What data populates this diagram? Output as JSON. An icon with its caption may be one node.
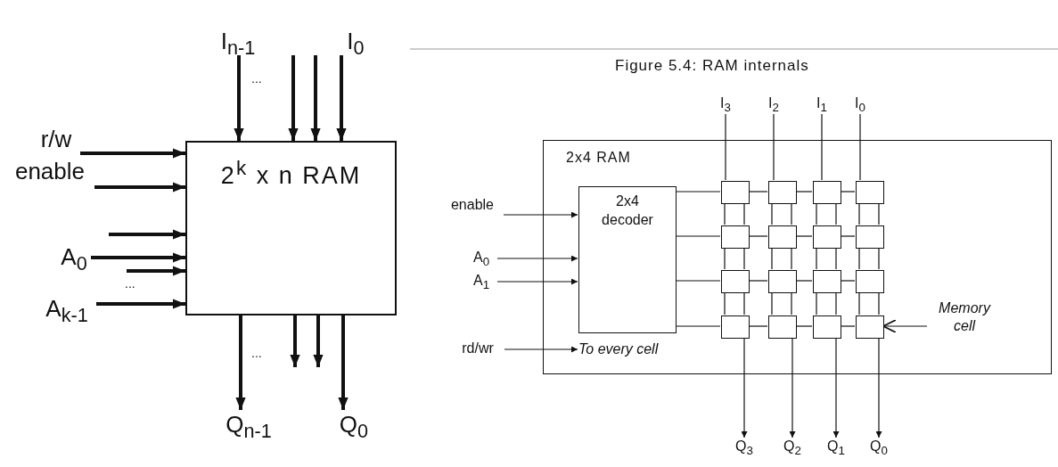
{
  "diagram": {
    "nodes": [
      {
        "text": [
          "2$^{k}$ x n RAM"
        ]
      },
      {
        "text": [
          "I$_{n-1}$"
        ]
      },
      {
        "text": [
          "I$_{0}$"
        ]
      },
      {
        "text": [
          "r/w"
        ]
      },
      {
        "text": [
          "enable"
        ]
      },
      {
        "text": [
          "A$_{0}$"
        ]
      },
      {
        "text": [
          "A$_{k-1}$"
        ]
      },
      {
        "text": [
          "Q$_{n-1}$"
        ]
      },
      {
        "text": [
          "Q$_{0}$"
        ]
      },
      {
        "text": [
          "2x4 RAM"
        ]
      },
      {
        "text": [
          "2x4 decoder"
        ],
        "in": 9
      },
      {
        "text": [],
        "shape": "box",
        "in": 9
      },
      {
        "text": [],
        "shape": "box",
        "in": 9
      },
      {
        "text": [],
        "shape": "box",
        "in": 9
      },
      {
        "text": [],
        "shape": "box",
        "in": 9
      },
      {
        "text": [],
        "shape": "box",
        "in": 9
      },
      {
        "text": [],
        "shape": "box",
        "in": 9
      },
      {
        "text": [],
        "shape": "box",
        "in": 9
      },
      {
        "text": [],
        "shape": "box",
        "in": 9
      },
      {
        "text": [],
        "shape": "box",
        "in": 9
      },
      {
        "text": [],
        "shape": "box",
        "in": 9
      },
      {
        "text": [],
        "shape": "box",
        "in": 9
      },
      {
        "text": [],
        "shape": "box",
        "in": 9
      },
      {
        "text": [],
        "shape": "box",
        "in": 9
      },
      {
        "text": [],
        "shape": "box",
        "in": 9
      },
      {
        "text": [],
        "shape": "box",
        "in": 9
      },
      {
        "text": [],
        "shape": "box",
        "in": 9
      },
      {
        "text": [
          "Memory cell"
        ],
        "in": 9
      },
      {
        "text": [
          "To every cell"
        ],
        "in": 9
      },
      {
        "text": [
          "I$_{3}$"
        ]
      },
      {
        "text": [
          "I$_{2}$"
        ]
      },
      {
        "text": [
          "I$_{1}$"
        ]
      },
      {
        "text": [
          "I$_{0}$"
        ]
      },
      {
        "text": [
          "enable"
        ]
      },
      {
        "text": [
          "A$_{0}$"
        ]
      },
      {
        "text": [
          "A$_{1}$"
        ]
      },
      {
        "text": [
          "rd/wr"
        ]
      },
      {
        "text": [
          "Q$_{3}$"
        ]
      },
      {
        "text": [
          "Q$_{2}$"
        ]
      },
      {
        "text": [
          "Q$_{1}$"
        ]
      },
      {
        "text": [
          "Q$_{0}$"
        ]
      }
    ],
    "edges": [
      {
        "from": 1,
        "to": 0,
        "arrow": "to",
        "style": "thick"
      },
      {
        "from": null,
        "to": 0,
        "arrow": "to",
        "style": "thick"
      },
      {
        "from": null,
        "to": 0,
        "arrow": "to",
        "style": "thick"
      },
      {
        "from": 2,
        "to": 0,
        "arrow": "to",
        "style": "thick"
      },
      {
        "from": 3,
        "to": 0,
        "arrow": "to",
        "style": "thick"
      },
      {
        "from": 4,
        "to": 0,
        "arrow": "to",
        "style": "thick"
      },
      {
        "from": null,
        "to": 0,
        "arrow": "to",
        "style": "thick"
      },
      {
        "from": 5,
        "to": 0,
        "arrow": "to",
        "style": "thick"
      },
      {
        "from": null,
        "to": 0,
        "arrow": "to",
        "style": "thick"
      },
      {
        "from": 6,
        "to": 0,
        "arrow": "to",
        "style": "thick"
      },
      {
        "from": 0,
        "to": 7,
        "arrow": "to",
        "style": "thick"
      },
      {
        "from": 0,
        "to": null,
        "arrow": "to",
        "style": "thick"
      },
      {
        "from": 0,
        "to": null,
        "arrow": "to",
        "style": "thick"
      },
      {
        "from": 0,
        "to": 8,
        "arrow": "to",
        "style": "thick"
      },
      {
        "from": 33,
        "to": 10,
        "arrow": "to"
      },
      {
        "from": 34,
        "to": 10,
        "arrow": "to"
      },
      {
        "from": 35,
        "to": 10,
        "arrow": "to"
      },
      {
        "from": 36,
        "to": 28,
        "arrow": "to"
      },
      {
        "from": 29,
        "to": 11,
        "arrow": "none"
      },
      {
        "from": 30,
        "to": 12,
        "arrow": "none"
      },
      {
        "from": 31,
        "to": 13,
        "arrow": "none"
      },
      {
        "from": 32,
        "to": 14,
        "arrow": "none"
      },
      {
        "from": 10,
        "to": 11,
        "arrow": "none"
      },
      {
        "from": 10,
        "to": 15,
        "arrow": "none"
      },
      {
        "from": 10,
        "to": 19,
        "arrow": "none"
      },
      {
        "from": 10,
        "to": 23,
        "arrow": "none"
      },
      {
        "from": 11,
        "to": 12,
        "arrow": "none"
      },
      {
        "from": 12,
        "to": 13,
        "arrow": "none"
      },
      {
        "from": 13,
        "to": 14,
        "arrow": "none"
      },
      {
        "from": 15,
        "to": 16,
        "arrow": "none"
      },
      {
        "from": 16,
        "to": 17,
        "arrow": "none"
      },
      {
        "from": 17,
        "to": 18,
        "arrow": "none"
      },
      {
        "from": 19,
        "to": 20,
        "arrow": "none"
      },
      {
        "from": 20,
        "to": 21,
        "arrow": "none"
      },
      {
        "from": 21,
        "to": 22,
        "arrow": "none"
      },
      {
        "from": 23,
        "to": 24,
        "arrow": "none"
      },
      {
        "from": 24,
        "to": 25,
        "arrow": "none"
      },
      {
        "from": 25,
        "to": 26,
        "arrow": "none"
      },
      {
        "from": 11,
        "to": 15,
        "arrow": "none"
      },
      {
        "from": 15,
        "to": 19,
        "arrow": "none"
      },
      {
        "from": 19,
        "to": 23,
        "arrow": "none"
      },
      {
        "from": 12,
        "to": 16,
        "arrow": "none"
      },
      {
        "from": 16,
        "to": 20,
        "arrow": "none"
      },
      {
        "from": 20,
        "to": 24,
        "arrow": "none"
      },
      {
        "from": 13,
        "to": 17,
        "arrow": "none"
      },
      {
        "from": 17,
        "to": 21,
        "arrow": "none"
      },
      {
        "from": 21,
        "to": 25,
        "arrow": "none"
      },
      {
        "from": 14,
        "to": 18,
        "arrow": "none"
      },
      {
        "from": 18,
        "to": 22,
        "arrow": "none"
      },
      {
        "from": 22,
        "to": 26,
        "arrow": "none"
      },
      {
        "from": 23,
        "to": 37,
        "arrow": "to"
      },
      {
        "from": 24,
        "to": 38,
        "arrow": "to"
      },
      {
        "from": 25,
        "to": 39,
        "arrow": "to"
      },
      {
        "from": 26,
        "to": 40,
        "arrow": "to"
      },
      {
        "from": 27,
        "to": 26,
        "arrow": "to"
      }
    ],
    "labels": [
      "...",
      "...",
      "...",
      "Figure 5.4: RAM internals"
    ]
  }
}
